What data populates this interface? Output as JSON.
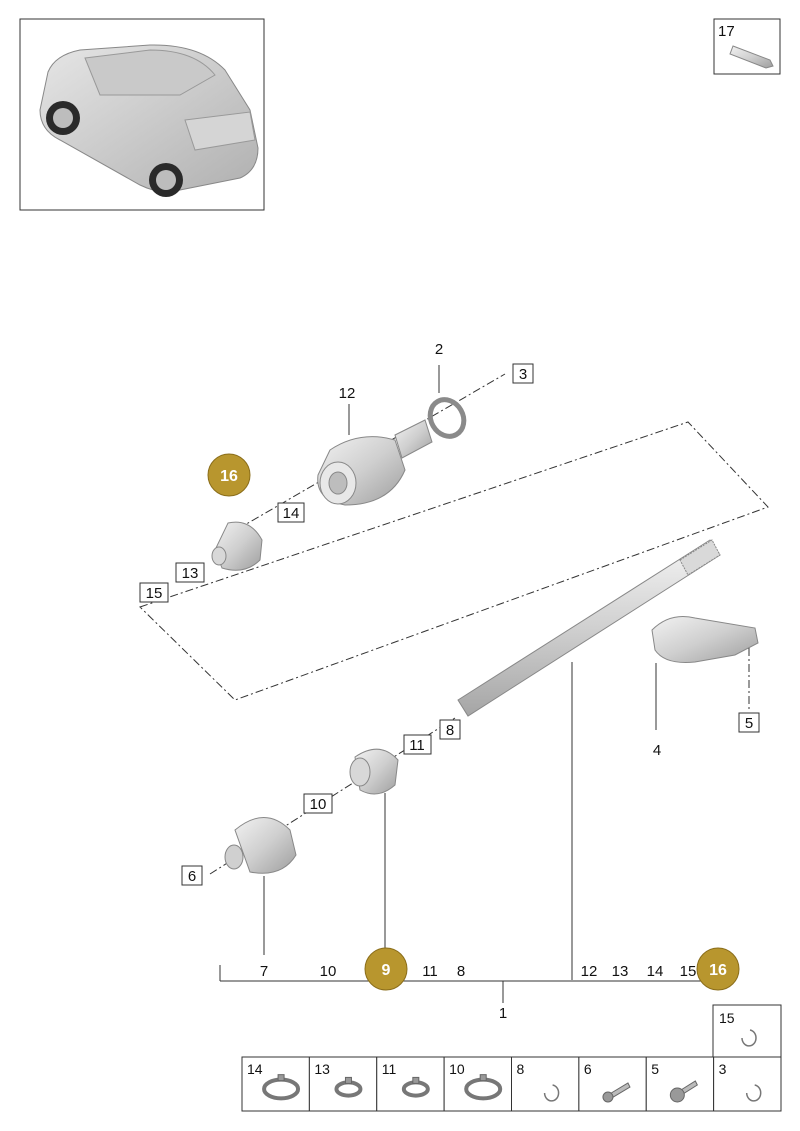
{
  "colors": {
    "badge_fill": "#b8962e",
    "line": "#222222",
    "part_fill": "#dcdcdc",
    "part_stroke": "#8a8a8a"
  },
  "thumbnail": {
    "icon": "car-icon"
  },
  "inset": {
    "number": "17",
    "icon": "tube-icon"
  },
  "callouts": {
    "n1": "1",
    "n2": "2",
    "n3": "3",
    "n4": "4",
    "n5": "5",
    "n6": "6",
    "n7": "7",
    "n8": "8",
    "n10": "10",
    "n11": "11",
    "n12": "12",
    "n13": "13",
    "n14": "14",
    "n15": "15"
  },
  "badges": {
    "b16_top": "16",
    "b9": "9",
    "b16_bottom": "16"
  },
  "assembly_row": {
    "left": [
      "7",
      "10",
      "9",
      "11",
      "8"
    ],
    "right": [
      "12",
      "13",
      "14",
      "15",
      "16"
    ]
  },
  "parts_table": {
    "top": {
      "number": "15",
      "icon": "circlip-icon"
    },
    "row": [
      {
        "number": "14",
        "icon": "hose-clamp-icon"
      },
      {
        "number": "13",
        "icon": "hose-clamp-icon"
      },
      {
        "number": "11",
        "icon": "hose-clamp-icon"
      },
      {
        "number": "10",
        "icon": "hose-clamp-icon"
      },
      {
        "number": "8",
        "icon": "circlip-icon"
      },
      {
        "number": "6",
        "icon": "bolt-icon"
      },
      {
        "number": "5",
        "icon": "flange-bolt-icon"
      },
      {
        "number": "3",
        "icon": "circlip-icon"
      }
    ]
  }
}
